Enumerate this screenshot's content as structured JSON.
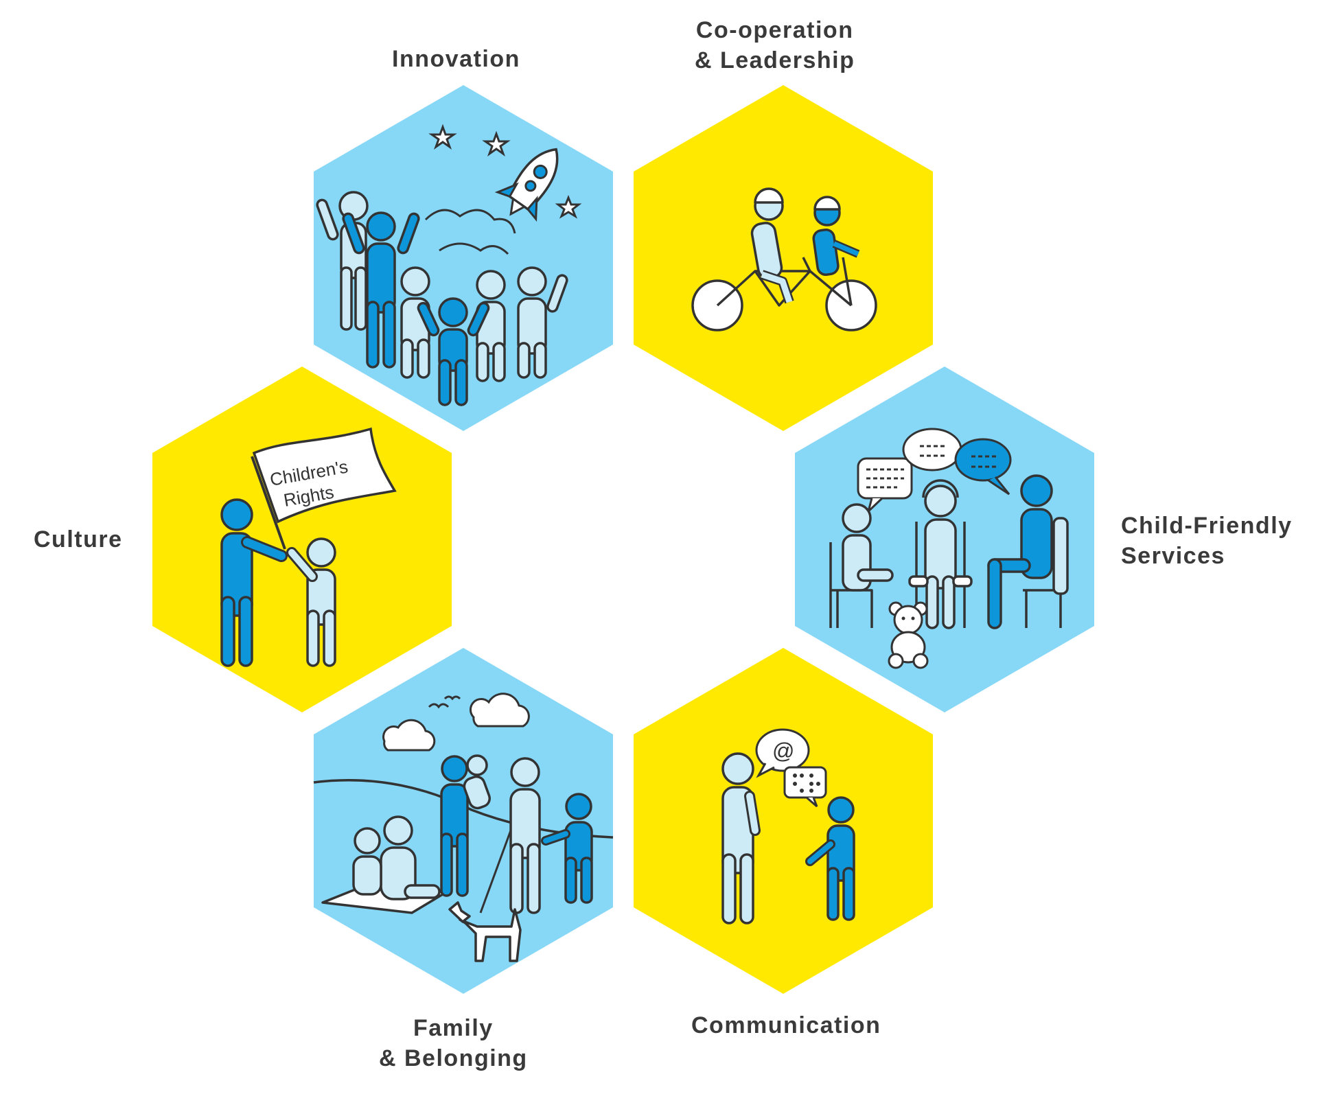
{
  "colors": {
    "yellow": "#FFE900",
    "light_blue": "#87D7F7",
    "figure_blue": "#0E96DA",
    "figure_pale": "#CDEAF7",
    "outline": "#333333",
    "text": "#3A3A3A"
  },
  "segments": [
    {
      "id": "innovation",
      "lines": [
        "Innovation"
      ],
      "fill": "light_blue"
    },
    {
      "id": "cooperation",
      "lines": [
        "Co-operation",
        "& Leadership"
      ],
      "fill": "yellow"
    },
    {
      "id": "culture",
      "lines": [
        "Culture"
      ],
      "fill": "yellow"
    },
    {
      "id": "services",
      "lines": [
        "Child-Friendly",
        "Services"
      ],
      "fill": "light_blue"
    },
    {
      "id": "family",
      "lines": [
        "Family",
        "& Belonging"
      ],
      "fill": "light_blue"
    },
    {
      "id": "communication",
      "lines": [
        "Communication"
      ],
      "fill": "yellow"
    }
  ],
  "flag": {
    "line1": "Children's",
    "line2": "Rights"
  },
  "speech_at": "@"
}
